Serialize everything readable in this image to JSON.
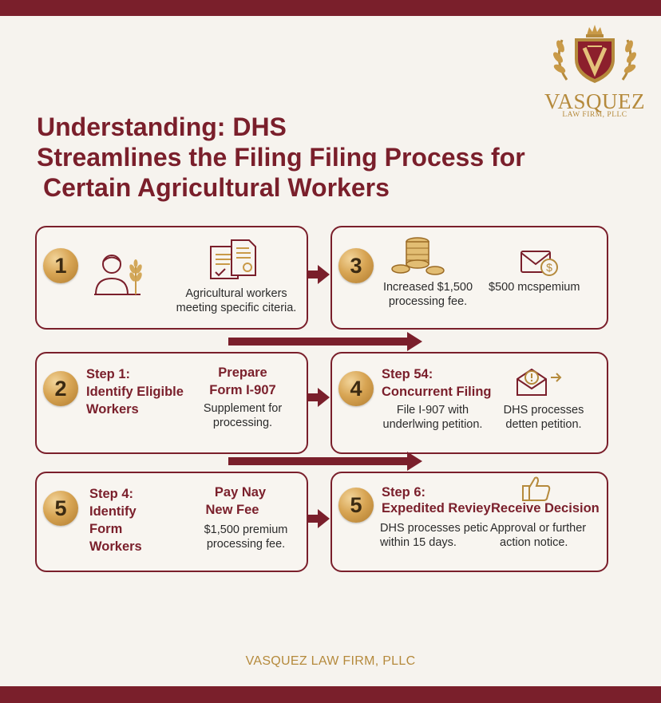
{
  "brand": {
    "logo_name": "VASQUEZ",
    "logo_sub": "LAW FIRM, PLLC",
    "footer": "VASQUEZ LAW FIRM, PLLC",
    "colors": {
      "maroon": "#7a1f2b",
      "gold": "#b58a3c",
      "background": "#f6f3ee"
    }
  },
  "title": {
    "line1": "Understanding: DHS",
    "line2": "Streamlines the Filing Filing Process for",
    "line3": "Certain Agricultural Workers"
  },
  "cards": {
    "c1": {
      "number": "1",
      "text1": "Agricultural workers",
      "text2": "meeting specific citeria.",
      "icons": [
        "farmer-icon",
        "wheat-icon",
        "documents-icon"
      ]
    },
    "c3": {
      "number": "3",
      "text1": "Increased $1,500",
      "text2": "processing fee.",
      "text3": "$500 mcspemium",
      "icons": [
        "coins-icon",
        "fee-envelope-icon"
      ]
    },
    "c2": {
      "number": "2",
      "head1": "Step 1:",
      "head2": "Identify Eligible",
      "head3": "Workers",
      "head4": "Prepare",
      "head5": "Form I-907",
      "text1": "Supplement for",
      "text2": "processing."
    },
    "c4": {
      "number": "4",
      "head1": "Step 54:",
      "head2": "Concurrent Filing",
      "text1": "File I-907 with",
      "text2": "underlwing petition.",
      "text3": "DHS processes",
      "text4": "detten petition.",
      "icons": [
        "alert-envelope-icon"
      ]
    },
    "c5": {
      "number": "5",
      "head1": "Step 4:",
      "head2": "Identify",
      "head3": "Form",
      "head4": "Workers",
      "head5": "Pay Nay",
      "head6": "New Fee",
      "text1": "$1,500 premium",
      "text2": "processing fee."
    },
    "c6": {
      "number": "5",
      "head1": "Step 6:",
      "head2": "Expedited Reviey",
      "head3": "Receive Decision",
      "text1": "DHS processes petic",
      "text2": "within 15 days.",
      "text3": "Approval or further",
      "text4": "action notice.",
      "icons": [
        "thumbs-up-icon"
      ]
    }
  }
}
